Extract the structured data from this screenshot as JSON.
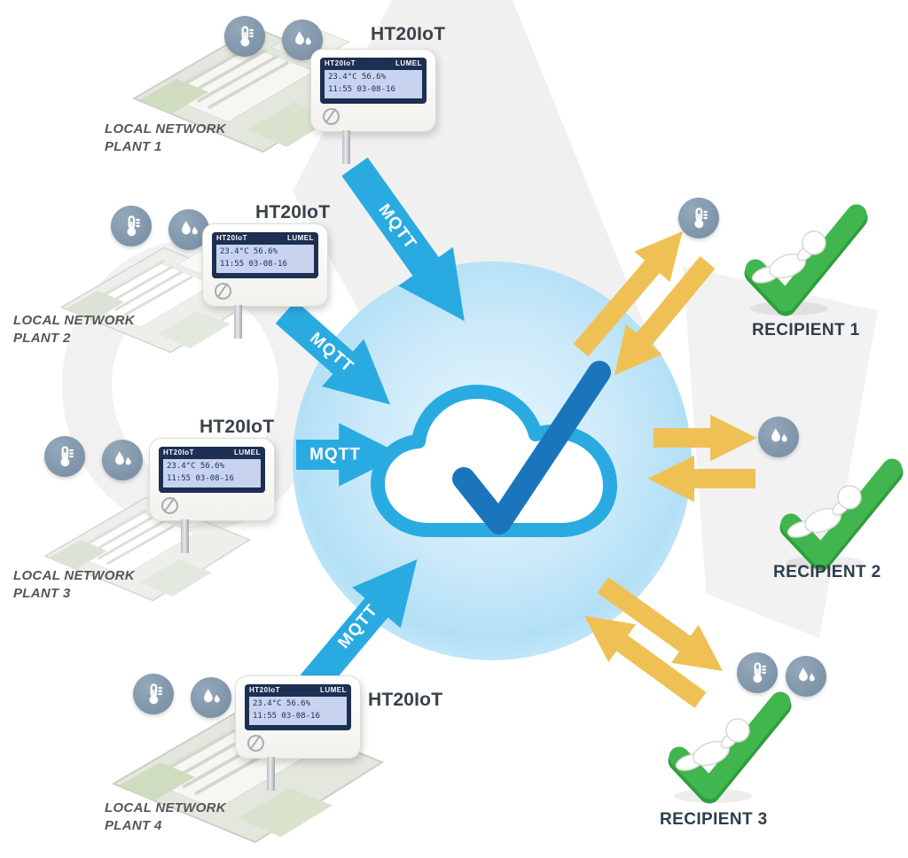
{
  "plants": [
    {
      "title": "HT20IoT",
      "label_line1": "LOCAL NETWORK",
      "label_line2": "PLANT 1",
      "mqtt_label": "MQTT",
      "sensor_icons": [
        "thermometer",
        "humidity"
      ]
    },
    {
      "title": "HT20IoT",
      "label_line1": "LOCAL NETWORK",
      "label_line2": "PLANT 2",
      "mqtt_label": "MQTT",
      "sensor_icons": [
        "thermometer",
        "humidity"
      ]
    },
    {
      "title": "HT20IoT",
      "label_line1": "LOCAL NETWORK",
      "label_line2": "PLANT 3",
      "mqtt_label": "MQTT",
      "sensor_icons": [
        "thermometer",
        "humidity"
      ]
    },
    {
      "title": "HT20IoT",
      "label_line1": "LOCAL NETWORK",
      "label_line2": "PLANT 4",
      "mqtt_label": "MQTT",
      "sensor_icons": [
        "thermometer",
        "humidity"
      ]
    }
  ],
  "device_screen": {
    "model": "HT20IoT",
    "brand": "LUMEL",
    "lcd_line1": "23.4°C  56.6%",
    "lcd_line2": "11:55 03-08-16"
  },
  "recipients": [
    {
      "label": "RECIPIENT 1",
      "icons": [
        "thermometer"
      ]
    },
    {
      "label": "RECIPIENT 2",
      "icons": [
        "humidity"
      ]
    },
    {
      "label": "RECIPIENT 3",
      "icons": [
        "thermometer",
        "humidity"
      ]
    }
  ],
  "colors": {
    "mqtt_arrow": "#29ABE2",
    "recipient_arrow": "#EFC155",
    "icon_circle": "#8095AA",
    "cloud_outline": "#29ABE2",
    "cloud_check": "#1B75BC",
    "recipient_check": "#41B64E"
  }
}
